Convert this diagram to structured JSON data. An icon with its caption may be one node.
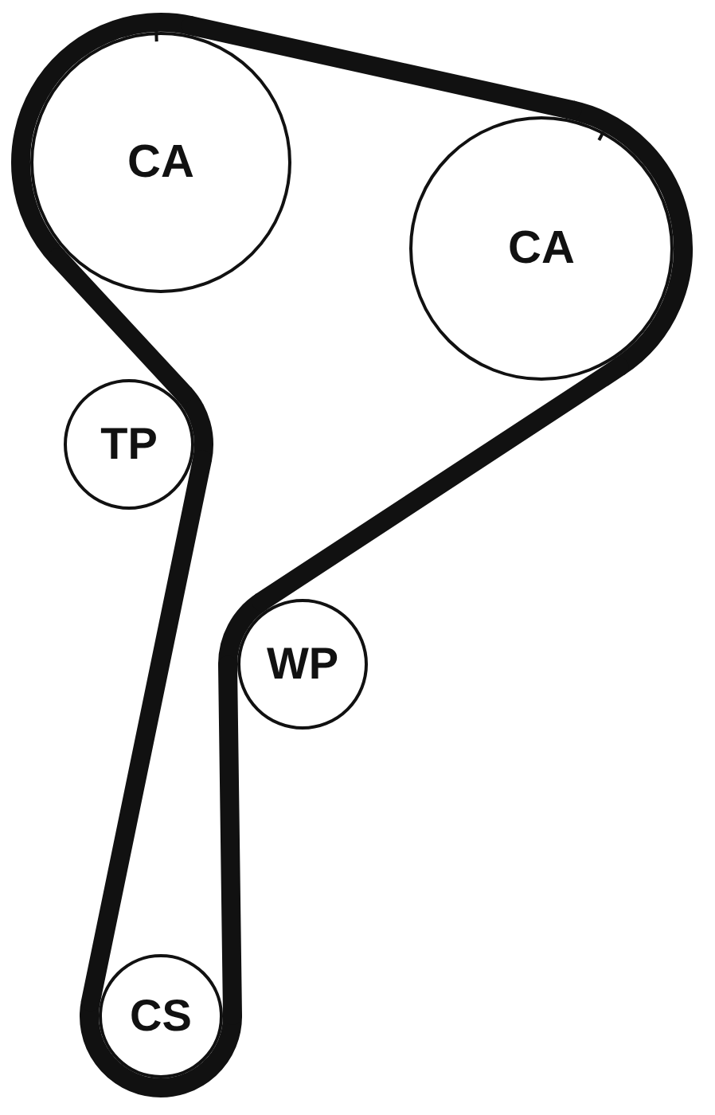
{
  "diagram": {
    "nodes": [
      {
        "text": [
          "CA"
        ]
      },
      {
        "text": [
          "CA"
        ]
      },
      {
        "text": [
          "TP"
        ]
      },
      {
        "text": [
          "WP"
        ]
      },
      {
        "text": [
          "CS"
        ]
      }
    ],
    "edges": [
      {
        "from": 0,
        "to": 1,
        "arrow": "none"
      },
      {
        "from": 1,
        "to": 3,
        "arrow": "none"
      },
      {
        "from": 3,
        "to": 4,
        "arrow": "none"
      },
      {
        "from": 4,
        "to": 2,
        "arrow": "none"
      },
      {
        "from": 2,
        "to": 0,
        "arrow": "none"
      }
    ]
  }
}
